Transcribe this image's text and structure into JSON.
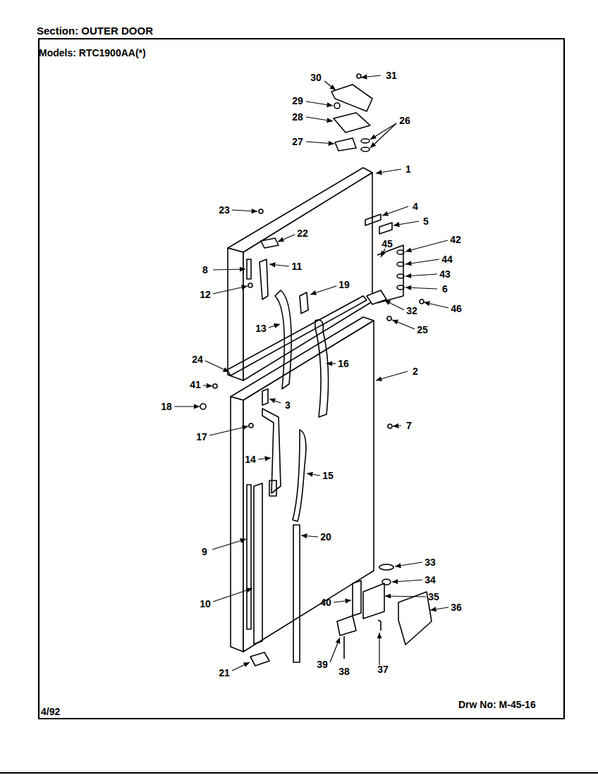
{
  "diagram": {
    "title": "Section: OUTER DOOR",
    "labels": [
      "Models: RTC1900AA(*)",
      "31",
      "30",
      "29",
      "28",
      "26",
      "27",
      "1",
      "23",
      "4",
      "5",
      "22",
      "42",
      "45",
      "44",
      "8",
      "11",
      "43",
      "12",
      "19",
      "6",
      "46",
      "32",
      "13",
      "25",
      "24",
      "16",
      "2",
      "41",
      "3",
      "18",
      "7",
      "17",
      "14",
      "15",
      "20",
      "33",
      "9",
      "34",
      "35",
      "10",
      "40",
      "36",
      "39",
      "21",
      "38",
      "37",
      "4/92",
      "Drw No: M-45-16"
    ]
  }
}
